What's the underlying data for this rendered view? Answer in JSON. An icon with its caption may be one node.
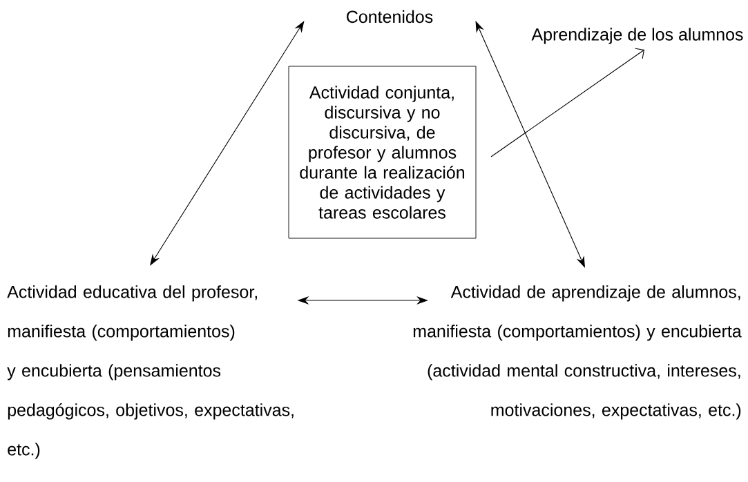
{
  "diagram": {
    "nodes": [
      {
        "text": [
          "Contenidos"
        ]
      },
      {
        "text": [
          "Actividad conjunta, discursiva y no discursiva, de profesor y alumnos durante la realización de actividades y tareas escolares"
        ]
      },
      {
        "text": [
          "Aprendizaje de los alumnos"
        ]
      },
      {
        "text": [
          "Actividad educativa del profesor, manifiesta (comportamientos) y encubierta (pensamientos pedagógicos, objetivos, expectativas, etc.)"
        ]
      },
      {
        "text": [
          "Actividad de aprendizaje de alumnos, manifiesta (comportamientos) y encubierta (actividad mental constructiva, intereses, motivaciones, expectativas, etc.)"
        ]
      }
    ],
    "edges": [
      {
        "from": 3,
        "to": 0,
        "arrow": "both"
      },
      {
        "from": 0,
        "to": 4,
        "arrow": "both"
      },
      {
        "from": 3,
        "to": 4,
        "arrow": "both"
      },
      {
        "from": null,
        "to": 2,
        "arrow": "to"
      }
    ]
  }
}
